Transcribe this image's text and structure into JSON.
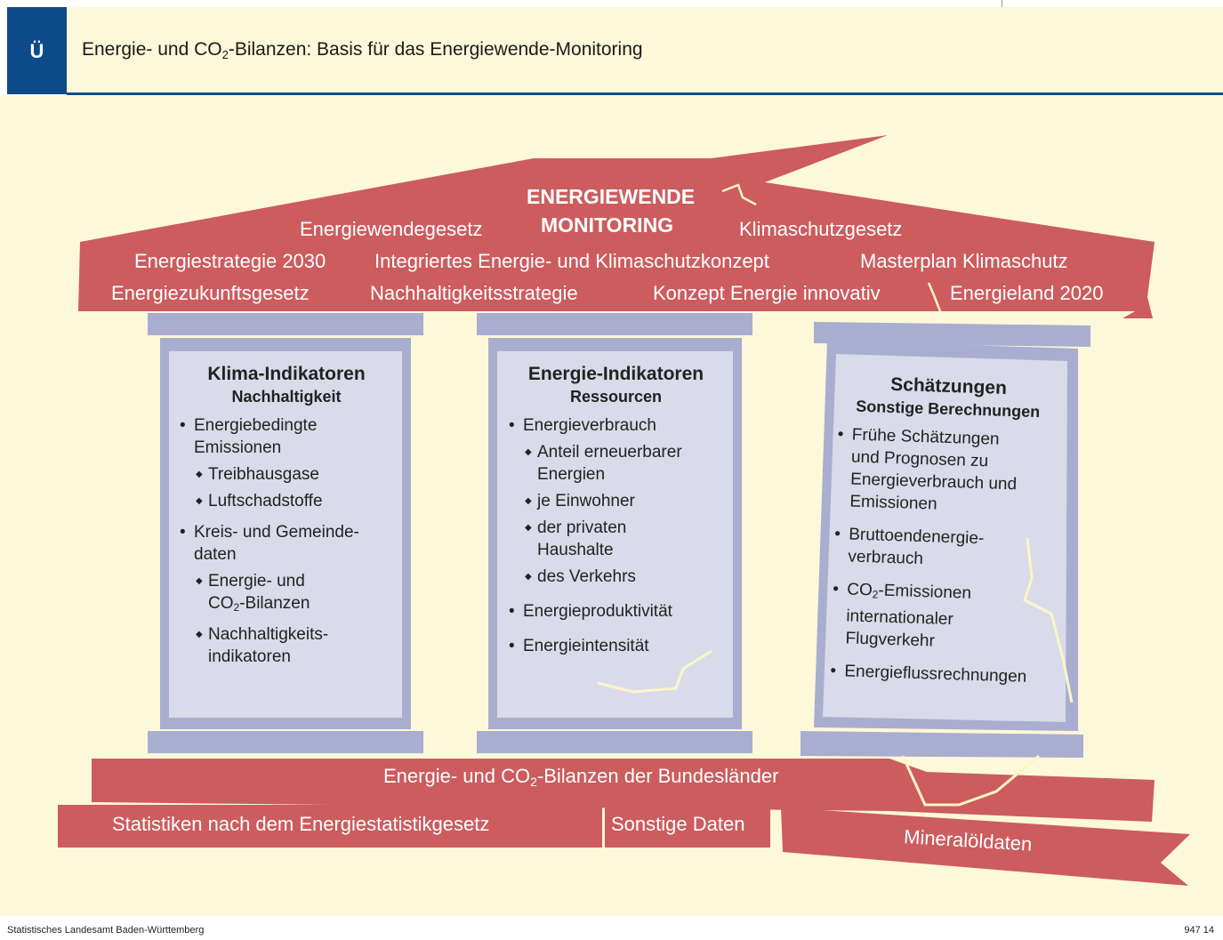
{
  "header": {
    "tag": "Ü",
    "title_pre": "Energie- und CO",
    "title_sub": "2",
    "title_post": "-Bilanzen: Basis für das Energiewende-Monitoring"
  },
  "roof": {
    "title_line1": "ENERGIEWENDE",
    "title_line2": "MONITORING",
    "items": {
      "energiewendegesetz": "Energiewendegesetz",
      "klimaschutzgesetz": "Klimaschutzgesetz",
      "energiestrategie": "Energiestrategie 2030",
      "iekk": "Integriertes Energie- und Klimaschutzkonzept",
      "masterplan": "Masterplan Klimaschutz",
      "energiezukunft": "Energiezukunftsgesetz",
      "nachhaltigkeit": "Nachhaltigkeitsstrategie",
      "konzept": "Konzept Energie innovativ",
      "energieland": "Energieland 2020"
    }
  },
  "columns": {
    "klima": {
      "title": "Klima-Indikatoren",
      "subtitle": "Nachhaltigkeit",
      "i1a": "Energiebedingte",
      "i1b": "Emissionen",
      "i1s1": "Treibhausgase",
      "i1s2": "Luftschadstoffe",
      "i2a": "Kreis- und Gemeinde-",
      "i2b": "daten",
      "i2s1": "Energie- und",
      "i2s2pre": "CO",
      "i2s2sub": "2",
      "i2s2post": "-Bilanzen",
      "i2s3a": "Nachhaltigkeits-",
      "i2s3b": "indikatoren"
    },
    "energie": {
      "title": "Energie-Indikatoren",
      "subtitle": "Ressourcen",
      "i1": "Energieverbrauch",
      "s1a": "Anteil erneuerbarer",
      "s1b": "Energien",
      "s2": "je Einwohner",
      "s3a": "der privaten",
      "s3b": "Haushalte",
      "s4": "des Verkehrs",
      "i2": "Energieproduktivität",
      "i3": "Energieintensität"
    },
    "schaetzungen": {
      "title": "Schätzungen",
      "subtitle": "Sonstige Berechnungen",
      "i1a": "Frühe Schätzungen",
      "i1b": "und Prognosen zu",
      "i1c": "Energieverbrauch und",
      "i1d": "Emissionen",
      "i2a": "Bruttoendenergie-",
      "i2b": "verbrauch",
      "i3pre": "CO",
      "i3sub": "2",
      "i3post": "-Emissionen",
      "i3b": "internationaler",
      "i3c": "Flugverkehr",
      "i4": "Energieflussrechnungen"
    }
  },
  "foundation": {
    "bilanzen_pre": "Energie-  und CO",
    "bilanzen_sub": "2",
    "bilanzen_post": "-Bilanzen der Bundesländer",
    "statistiken": "Statistiken nach dem Energiestatistikgesetz",
    "sonstige": "Sonstige Daten",
    "mineraloel": "Mineralöldaten"
  },
  "footer": {
    "source": "Statistisches Landesamt Baden-Württemberg",
    "code": "947 14"
  },
  "colors": {
    "red": "#cc5c5e",
    "column_frame": "#a9adcf",
    "column_inner": "#d9dbea",
    "background": "#fdf8d9",
    "header_blue": "#0d4a8a",
    "crack": "#fbf5c6"
  }
}
